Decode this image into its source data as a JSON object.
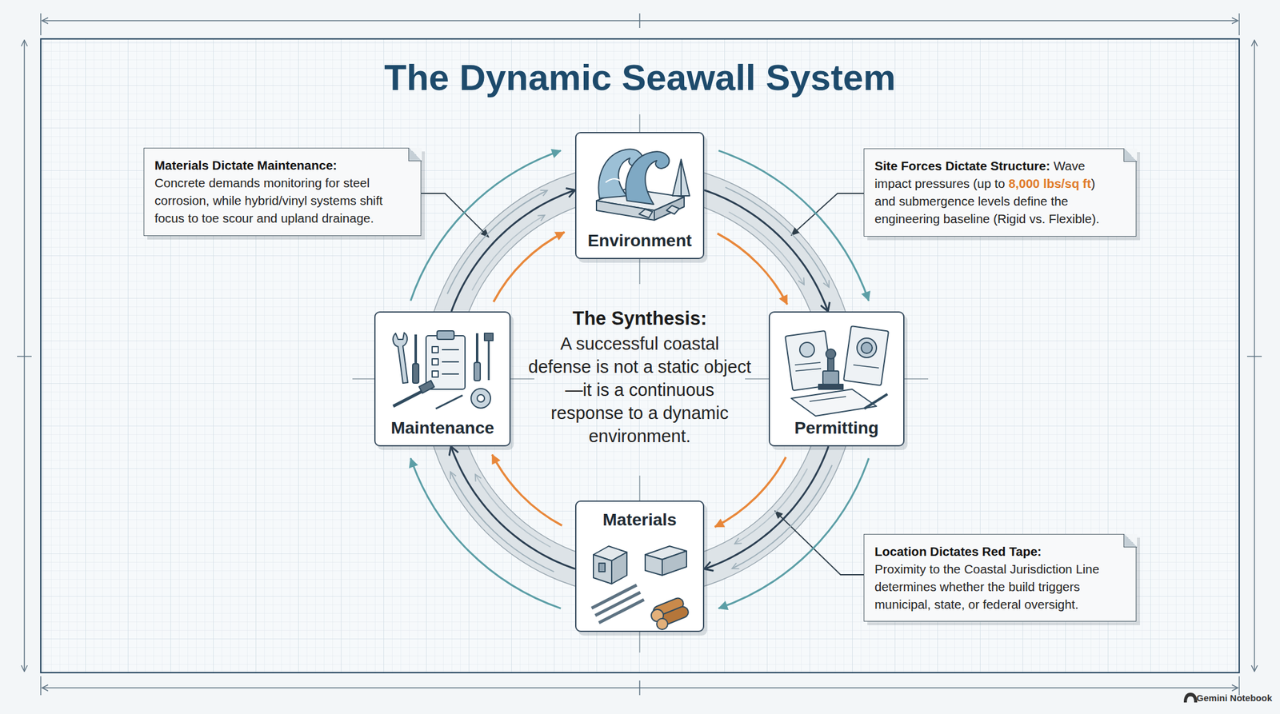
{
  "diagram": {
    "title": "The Dynamic Seawall System",
    "nodes": [
      {
        "text": [
          "Materials Dictate Maintenance:",
          "Concrete demands monitoring for steel corrosion, while hybrid/vinyl systems shift focus to toe scour and upland drainage."
        ]
      },
      {
        "text": [
          "Environment"
        ]
      },
      {
        "text": [
          "Site Forces Dictate Structure:",
          "Wave impact pressures (up to",
          "8,000 lbs/sq ft",
          ") and submergence levels define the engineering baseline (Rigid vs. Flexible)."
        ]
      },
      {
        "text": [
          "Maintenance"
        ]
      },
      {
        "text": [
          "Permitting"
        ]
      },
      {
        "text": [
          "Materials"
        ]
      },
      {
        "text": [
          "Location Dictates Red Tape:",
          "Proximity to the Coastal Jurisdiction Line determines whether the build triggers municipal, state, or federal oversight."
        ]
      }
    ],
    "edges": [
      {
        "from": 1,
        "to": 4,
        "arrow": "to"
      },
      {
        "from": 4,
        "to": 5,
        "arrow": "to"
      },
      {
        "from": 5,
        "to": 3,
        "arrow": "to"
      },
      {
        "from": 3,
        "to": 1,
        "arrow": "to"
      }
    ],
    "labels": [
      "The Synthesis:",
      "A successful coastal defense is not a static object—it is a continuous response to a dynamic environment.",
      "Gemini Notebook"
    ]
  }
}
